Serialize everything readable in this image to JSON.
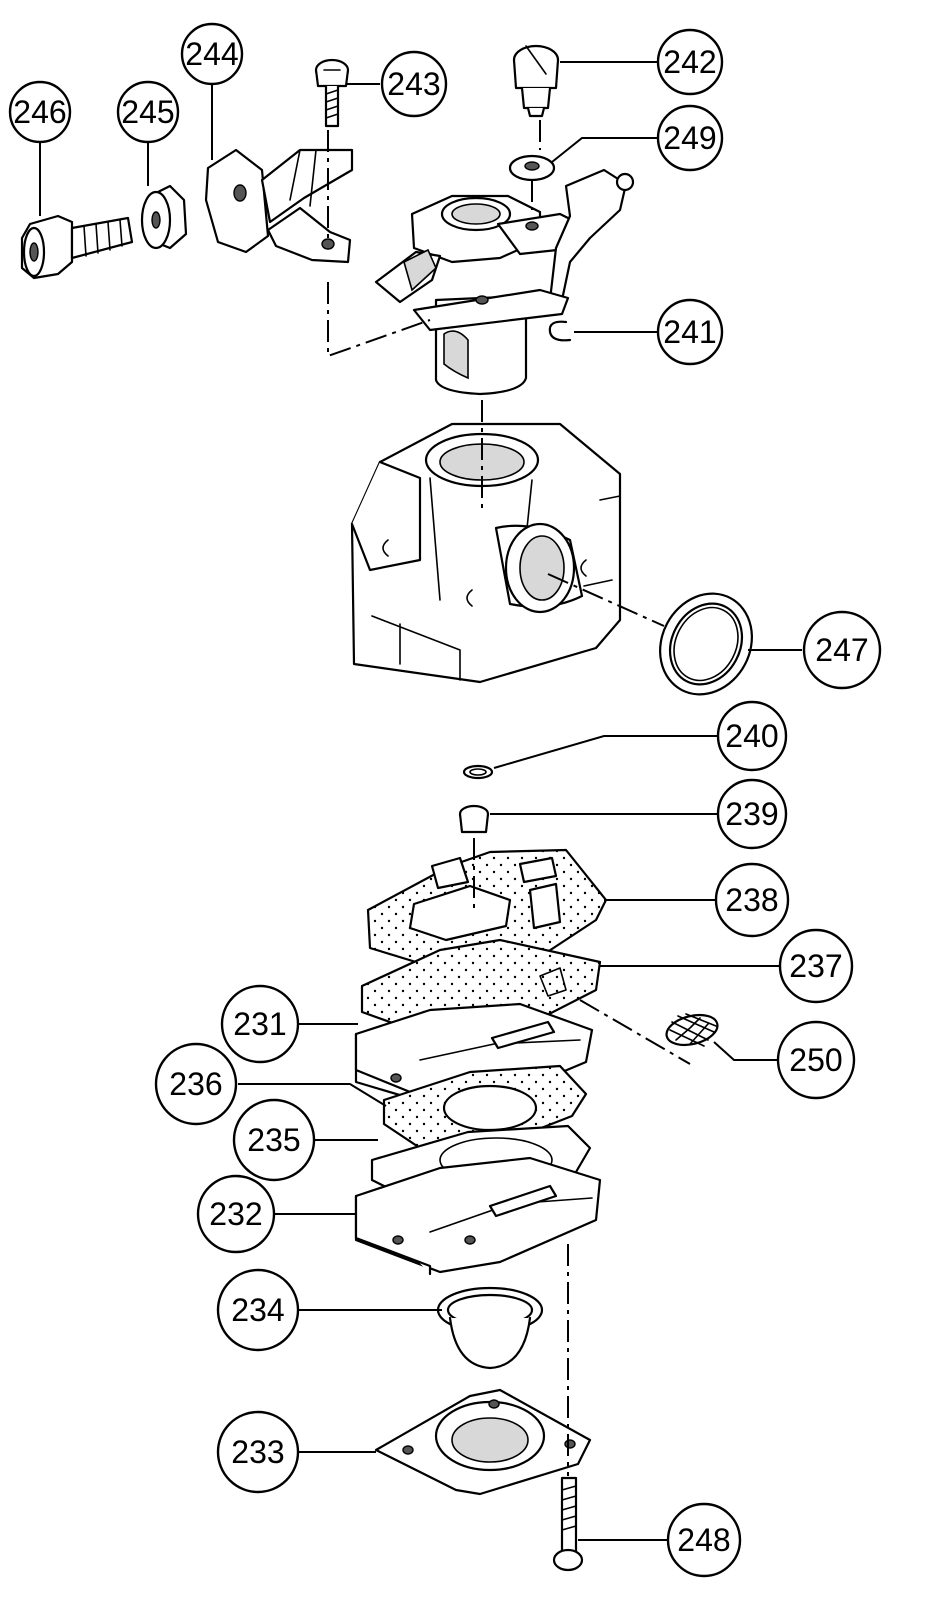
{
  "callouts": [
    {
      "id": "c246",
      "label": "246"
    },
    {
      "id": "c245",
      "label": "245"
    },
    {
      "id": "c244",
      "label": "244"
    },
    {
      "id": "c243",
      "label": "243"
    },
    {
      "id": "c242",
      "label": "242"
    },
    {
      "id": "c249",
      "label": "249"
    },
    {
      "id": "c241",
      "label": "241"
    },
    {
      "id": "c247",
      "label": "247"
    },
    {
      "id": "c240",
      "label": "240"
    },
    {
      "id": "c239",
      "label": "239"
    },
    {
      "id": "c238",
      "label": "238"
    },
    {
      "id": "c237",
      "label": "237"
    },
    {
      "id": "c231",
      "label": "231"
    },
    {
      "id": "c250",
      "label": "250"
    },
    {
      "id": "c236",
      "label": "236"
    },
    {
      "id": "c235",
      "label": "235"
    },
    {
      "id": "c232",
      "label": "232"
    },
    {
      "id": "c234",
      "label": "234"
    },
    {
      "id": "c233",
      "label": "233"
    },
    {
      "id": "c248",
      "label": "248"
    }
  ]
}
